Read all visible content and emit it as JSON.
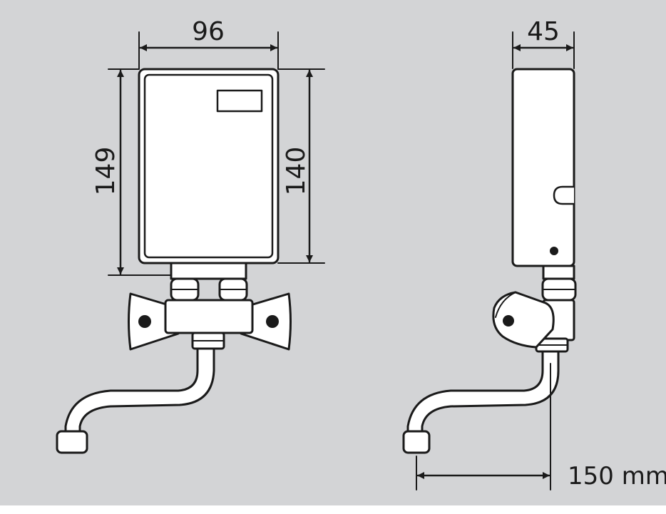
{
  "colors": {
    "background": "#d3d4d6",
    "stroke": "#1a1a1a",
    "body_fill": "#ffffff",
    "metal_fill": "#ffffff"
  },
  "front_view": {
    "width_dim": "96",
    "total_height_dim": "149",
    "body_height_dim": "140"
  },
  "side_view": {
    "depth_dim": "45",
    "projection_dim": "150 mm"
  }
}
